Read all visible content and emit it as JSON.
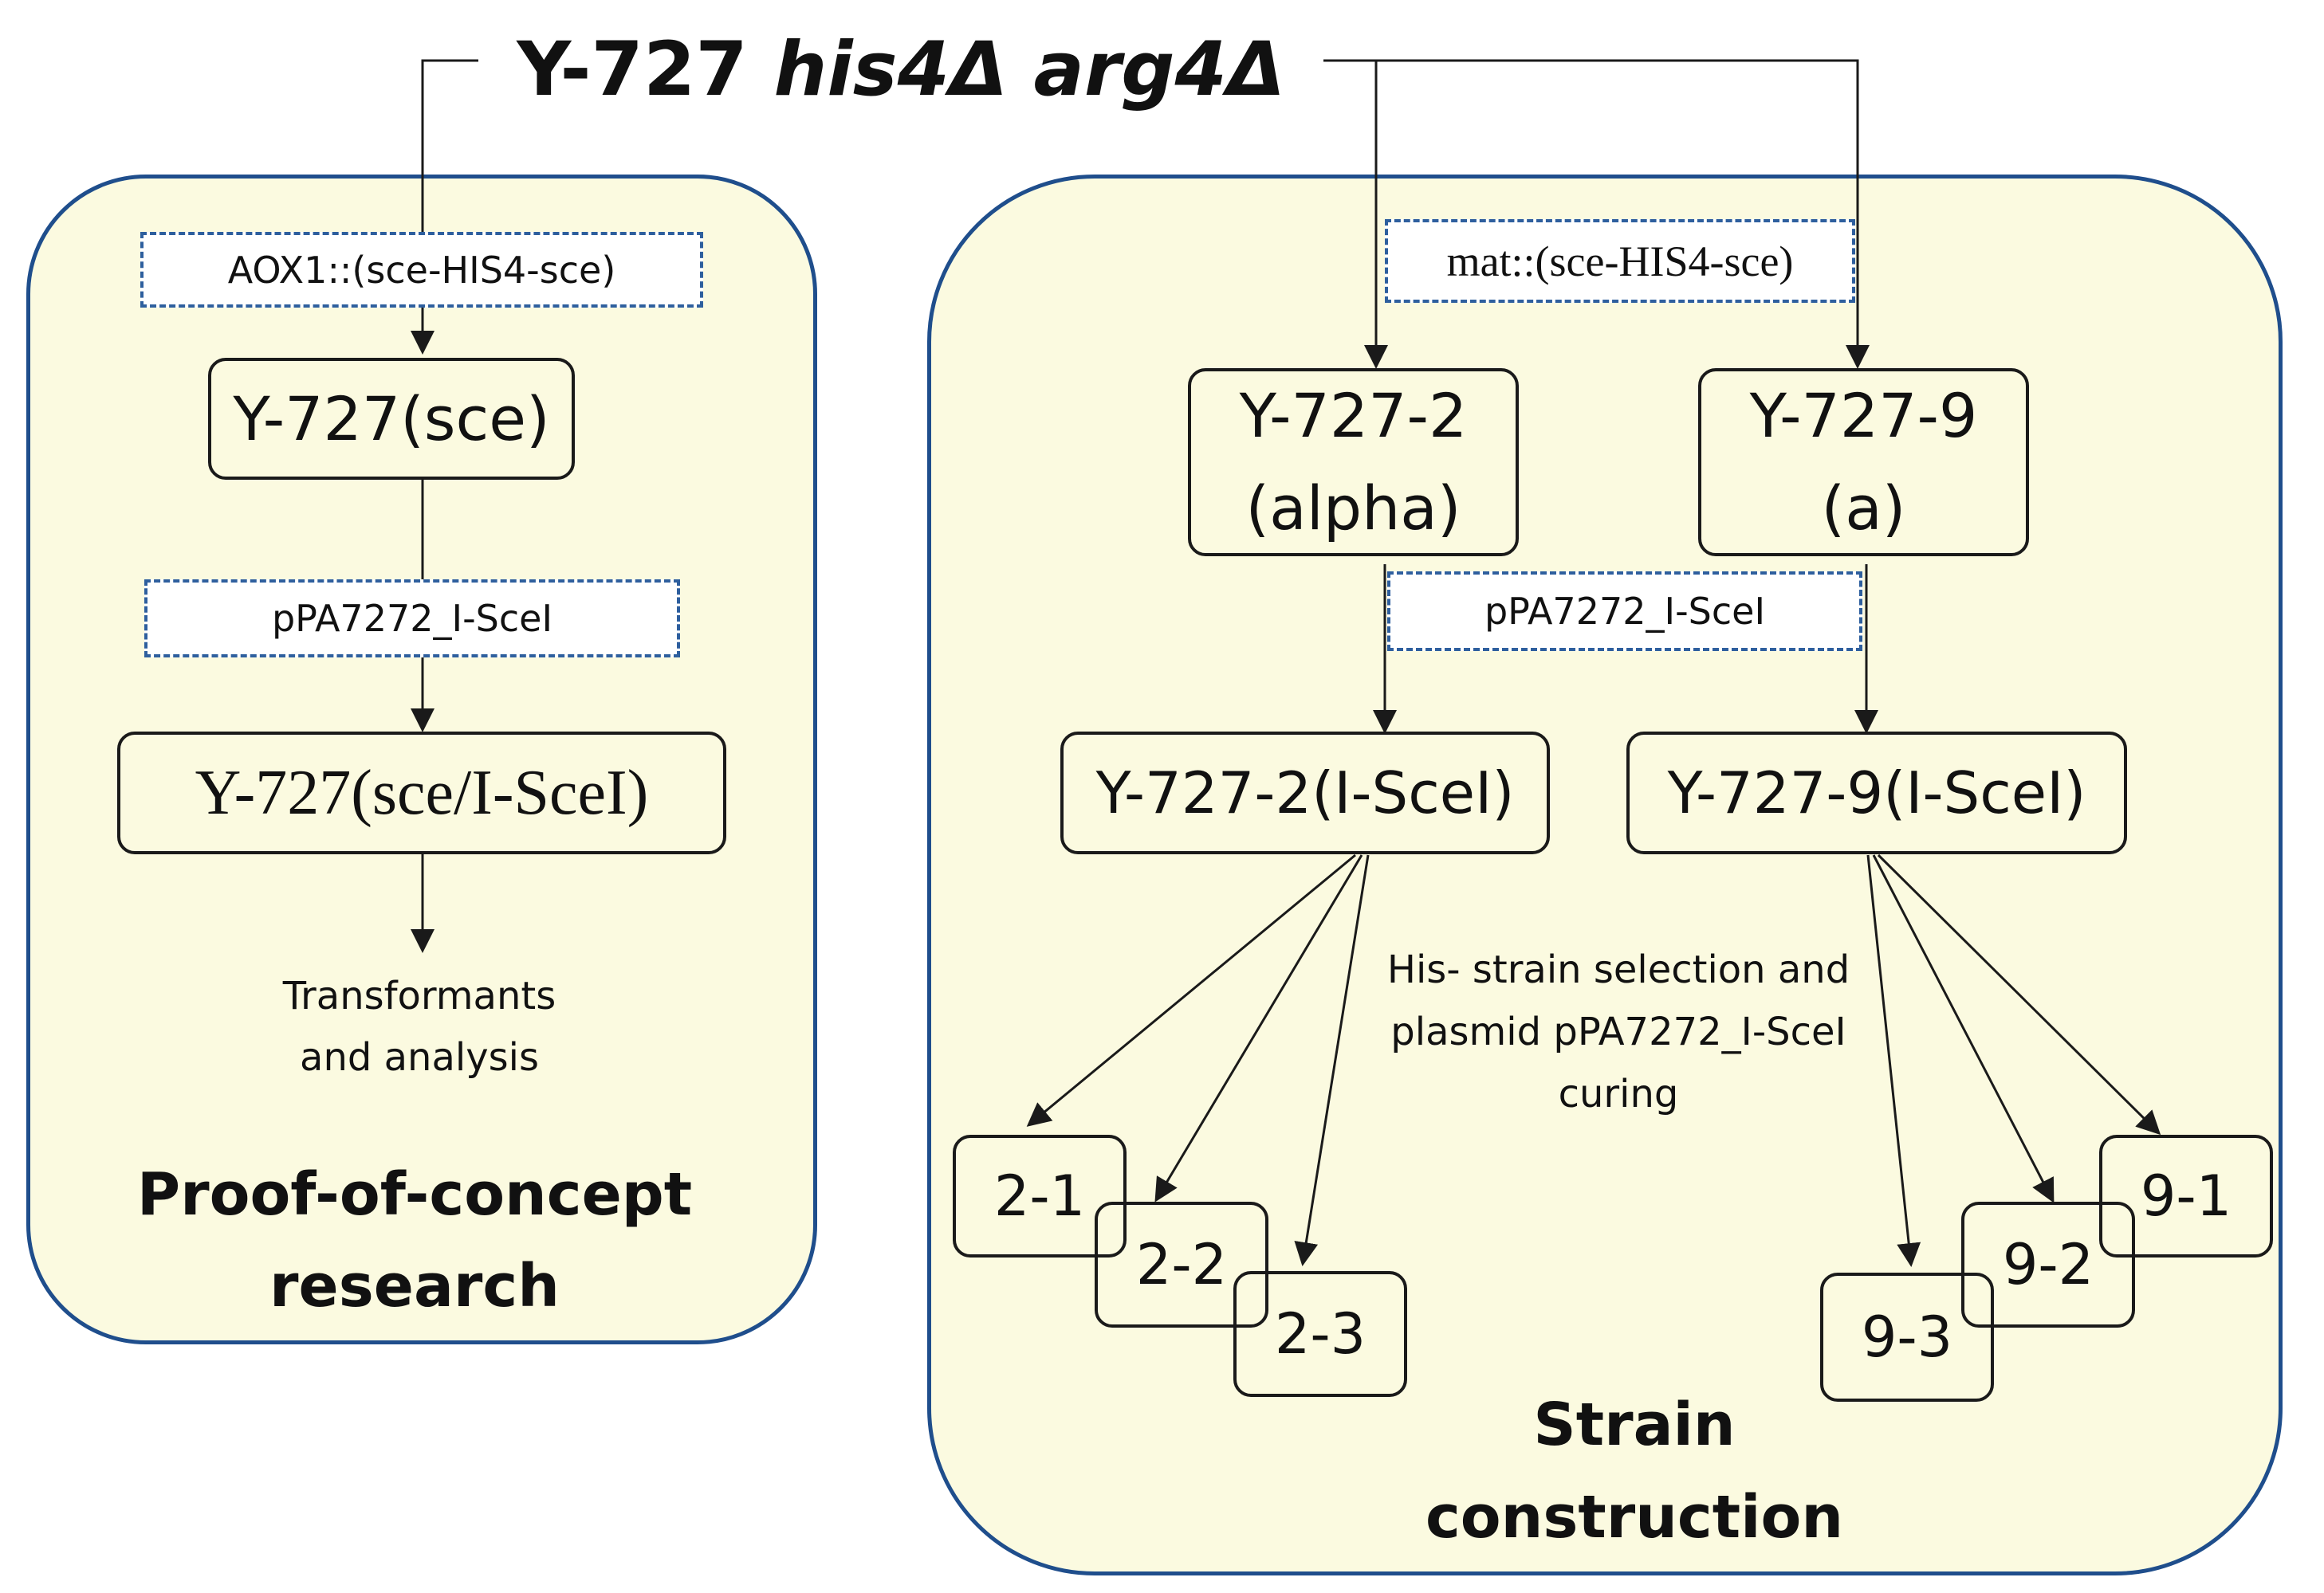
{
  "title": {
    "strain": "Y-727",
    "genotype": "his4Δ arg4Δ"
  },
  "left_panel": {
    "cassette_label": "AOX1::(sce-HIS4-sce)",
    "strain_sce": "Y-727(sce)",
    "plasmid_label": "pPA7272_I-SceI",
    "strain_sce_ices": "Y-727(sce/I-SceI)",
    "outcome_line1": "Transformants",
    "outcome_line2": "and analysis",
    "panel_title_line1": "Proof-of-concept",
    "panel_title_line2": "research"
  },
  "right_panel": {
    "cassette_label": "mat::(sce-HIS4-sce)",
    "strain_2_line1": "Y-727-2",
    "strain_2_line2": "(alpha)",
    "strain_9_line1": "Y-727-9",
    "strain_9_line2": "(a)",
    "plasmid_label": "pPA7272_I-SceI",
    "strain_2_ices": "Y-727-2(I-SceI)",
    "strain_9_ices": "Y-727-9(I-SceI)",
    "selection_line1": "His- strain selection and",
    "selection_line2": "plasmid pPA7272_I-SceI",
    "selection_line3": "curing",
    "derivatives_2": [
      "2-1",
      "2-2",
      "2-3"
    ],
    "derivatives_9": [
      "9-1",
      "9-2",
      "9-3"
    ],
    "panel_title_line1": "Strain",
    "panel_title_line2": "construction"
  },
  "colors": {
    "panel_fill": "#fbfae0",
    "panel_border": "#1f4e8c",
    "dashed_border": "#2e5f9e",
    "line": "#1a1a1a"
  }
}
